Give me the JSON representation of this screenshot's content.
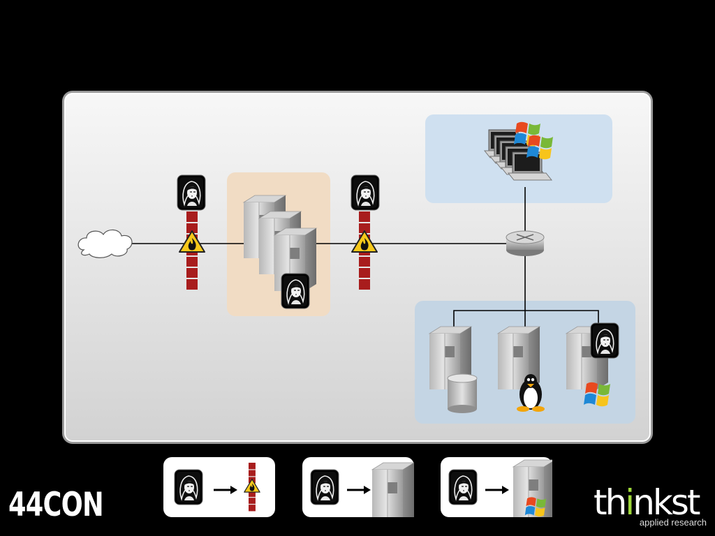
{
  "brand": {
    "event_name": "44CON",
    "logo_prefix": "th",
    "logo_highlight": "i",
    "logo_suffix": "nkst",
    "logo_tagline": "applied research"
  },
  "diagram": {
    "nodes": [
      {
        "name": "internet-cloud-icon",
        "kind": "cloud"
      },
      {
        "name": "outer-firewall",
        "kind": "firewall"
      },
      {
        "name": "dmz-server-cluster",
        "kind": "servers"
      },
      {
        "name": "inner-firewall",
        "kind": "firewall"
      },
      {
        "name": "core-router-icon",
        "kind": "router"
      },
      {
        "name": "windows-workstations",
        "kind": "laptops"
      },
      {
        "name": "database-server",
        "kind": "server"
      },
      {
        "name": "linux-server",
        "kind": "server"
      },
      {
        "name": "windows-server",
        "kind": "server"
      }
    ],
    "canary_placements": [
      "outer-firewall",
      "dmz-server-cluster",
      "inner-firewall",
      "windows-server"
    ]
  },
  "legend": [
    {
      "from": "canary-icon",
      "to": "firewall-icon"
    },
    {
      "from": "canary-icon",
      "to": "server-icon"
    },
    {
      "from": "canary-icon",
      "to": "windows-server-icon"
    }
  ],
  "colors": {
    "background": "#000000",
    "firewall_red": "#a81d1d",
    "warning_yellow": "#f6c81a",
    "dmz_zone": "#f1dcc4",
    "network_zone": "#cfe0f0",
    "logo_accent": "#9fd83a"
  }
}
